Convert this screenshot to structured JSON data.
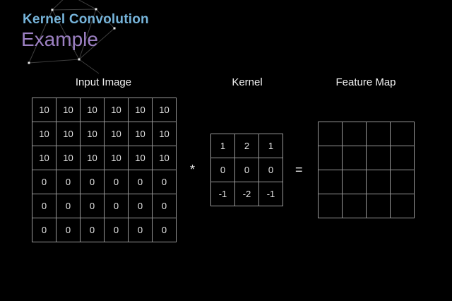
{
  "slide": {
    "title": "Kernel Convolution",
    "subtitle": "Example"
  },
  "colors": {
    "background": "#000000",
    "title": "#76b4da",
    "subtitle": "#9c80c2",
    "grid_border": "#9a9a9a",
    "cell_text": "#e6e6e6",
    "label_text": "#f2f2f2",
    "constellation_line": "#3d3d3d",
    "constellation_node": "#e8e8e8"
  },
  "operators": {
    "convolve": "*",
    "equals": "="
  },
  "input_image": {
    "label": "Input Image",
    "grid": [
      [
        10,
        10,
        10,
        10,
        10,
        10
      ],
      [
        10,
        10,
        10,
        10,
        10,
        10
      ],
      [
        10,
        10,
        10,
        10,
        10,
        10
      ],
      [
        0,
        0,
        0,
        0,
        0,
        0
      ],
      [
        0,
        0,
        0,
        0,
        0,
        0
      ],
      [
        0,
        0,
        0,
        0,
        0,
        0
      ]
    ]
  },
  "kernel": {
    "label": "Kernel",
    "grid": [
      [
        1,
        2,
        1
      ],
      [
        0,
        0,
        0
      ],
      [
        -1,
        -2,
        -1
      ]
    ]
  },
  "feature_map": {
    "label": "Feature Map",
    "grid": [
      [
        "",
        "",
        "",
        ""
      ],
      [
        "",
        "",
        "",
        ""
      ],
      [
        "",
        "",
        "",
        ""
      ],
      [
        "",
        "",
        "",
        ""
      ]
    ]
  }
}
